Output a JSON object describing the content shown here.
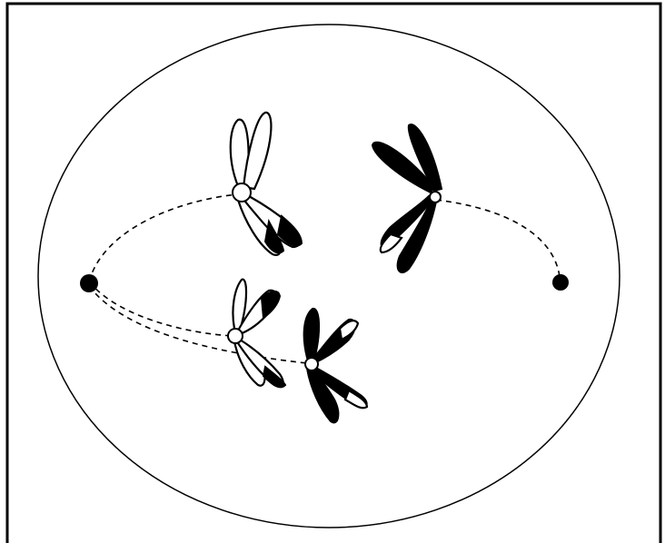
{
  "diagram": {
    "subject": "cell-division-spindle",
    "colors": {
      "background": "#ffffff",
      "stroke": "#000000",
      "maternal_chromatid": "#ffffff",
      "paternal_chromatid": "#000000"
    },
    "elements": [
      "frame",
      "cell-membrane",
      "left-spindle-pole",
      "right-spindle-pole",
      "spindle-fibers",
      "chromosome-pairs"
    ]
  }
}
